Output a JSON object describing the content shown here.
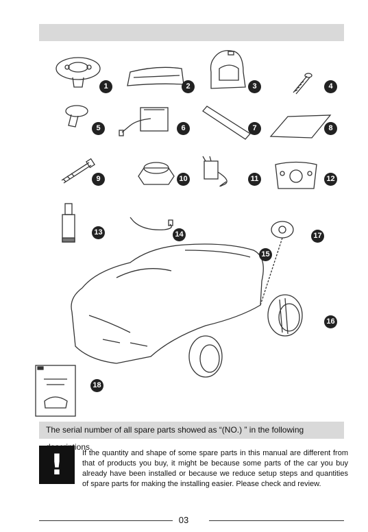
{
  "parts": [
    {
      "num": "1",
      "icon": "steering-wheel-base-icon"
    },
    {
      "num": "2",
      "icon": "windshield-icon"
    },
    {
      "num": "3",
      "icon": "seat-icon"
    },
    {
      "num": "4",
      "icon": "screw-icon"
    },
    {
      "num": "5",
      "icon": "steering-mount-icon"
    },
    {
      "num": "6",
      "icon": "wiring-harness-icon"
    },
    {
      "num": "7",
      "icon": "rod-icon"
    },
    {
      "num": "8",
      "icon": "plate-icon"
    },
    {
      "num": "9",
      "icon": "bolt-icon"
    },
    {
      "num": "10",
      "icon": "hex-nut-cap-icon"
    },
    {
      "num": "11",
      "icon": "charger-icon"
    },
    {
      "num": "12",
      "icon": "steering-wheel-icon"
    },
    {
      "num": "13",
      "icon": "lubricant-tube-icon"
    },
    {
      "num": "14",
      "icon": "cable-icon"
    },
    {
      "num": "15",
      "icon": "car-body-icon"
    },
    {
      "num": "16",
      "icon": "wheel-icon"
    },
    {
      "num": "17",
      "icon": "wheel-cap-icon"
    },
    {
      "num": "18",
      "icon": "manual-booklet-icon"
    }
  ],
  "caption": "The serial number of all spare parts showed as “(NO.) ” in the following descriptions.",
  "warning_symbol": "!",
  "notice": "If the quantity and shape of some spare parts in this manual are different from that of products you buy, it might be because some parts of the car you buy already have been installed or because we reduce setup steps and quantities of spare parts for making the installing easier. Please check and review.",
  "page_number": "03"
}
